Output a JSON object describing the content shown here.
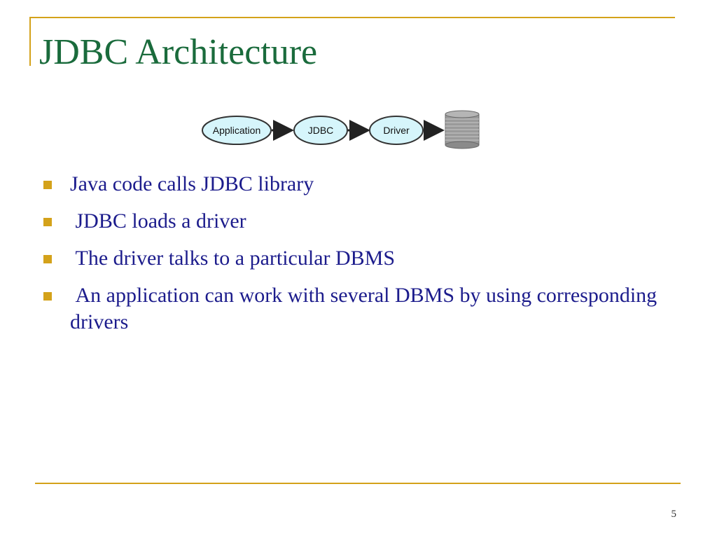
{
  "slide": {
    "title": "JDBC Architecture",
    "page_number": "5"
  },
  "diagram": {
    "nodes": [
      {
        "label": "Application"
      },
      {
        "label": "JDBC"
      },
      {
        "label": "Driver"
      }
    ],
    "database_icon": "database-cylinder-icon",
    "colors": {
      "node_fill": "#d6f5fb",
      "node_stroke": "#333333",
      "arrow": "#222222",
      "cylinder": "#9a9a9a"
    }
  },
  "bullets": [
    {
      "text": "Java code calls JDBC library"
    },
    {
      "text": " JDBC loads a driver"
    },
    {
      "text": " The driver talks to a particular DBMS"
    },
    {
      "text": " An application can work with several DBMS by using corresponding drivers"
    }
  ],
  "colors": {
    "accent": "#d4a21a",
    "title": "#1a6b3c",
    "body_text": "#1c1c8c"
  }
}
